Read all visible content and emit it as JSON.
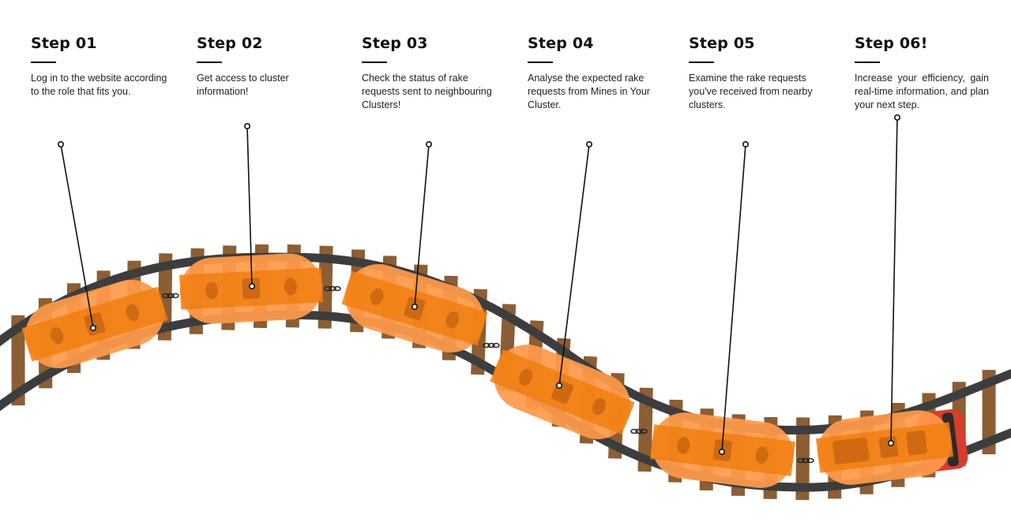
{
  "steps": [
    {
      "title": "Step 01",
      "text": "Log in to the website according to the role that fits you."
    },
    {
      "title": "Step 02",
      "text": "Get access to cluster information!"
    },
    {
      "title": "Step 03",
      "text": "Check the status of rake requests sent to neighbouring Clusters!"
    },
    {
      "title": "Step 04",
      "text": "Analyse the expected rake requests from Mines in Your Cluster."
    },
    {
      "title": "Step 05",
      "text": "Examine the rake requests you've received from nearby clusters."
    },
    {
      "title": "Step 06!",
      "text": "Increase your efficiency, gain real-time information, and plan your next step."
    }
  ],
  "colors": {
    "wagon": "#ff9a4a",
    "wagon_band": "#f07f10",
    "rail": "#3d3d3d",
    "sleeper": "#8b5e34",
    "engine": "#d83c2c",
    "text": "#111111"
  },
  "icons": [
    "railway-track",
    "train-wagon",
    "train-engine",
    "coupling-chain",
    "pointer-pin"
  ]
}
